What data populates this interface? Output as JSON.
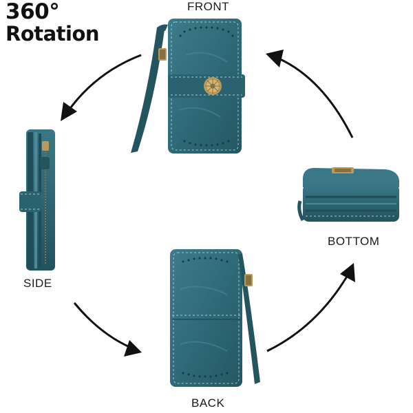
{
  "title": {
    "line1": "360°",
    "line2": "Rotation"
  },
  "views": {
    "front": "FRONT",
    "side": "SIDE",
    "bottom": "BOTTOM",
    "back": "BACK"
  },
  "colors": {
    "leather": "#2f6a78",
    "leather_dark": "#1e4c58",
    "leather_light": "#4c8a98",
    "stitch": "#a9c9d0",
    "hardware": "#b89a5a",
    "arrow": "#111111"
  },
  "icons": {
    "arrows": "curved-arrow-icon",
    "clasp": "flower-clasp-icon"
  }
}
